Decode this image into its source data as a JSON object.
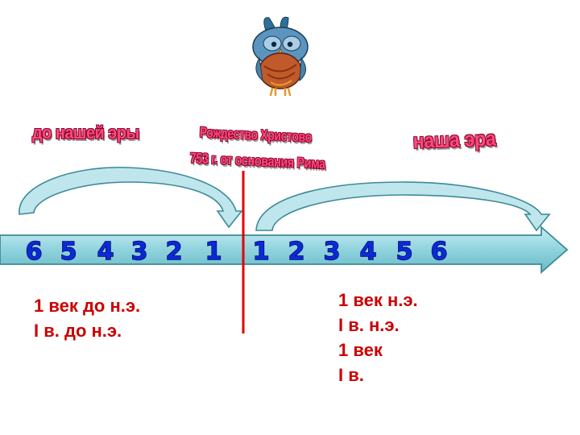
{
  "labels": {
    "bc_era": "до нашей эры",
    "ad_era": "наша эра",
    "nativity": "Рождество Христово",
    "rome": "753 г. от основания Рима"
  },
  "timeline": {
    "bc_numbers": [
      "6",
      "5",
      "4",
      "3",
      "2",
      "1"
    ],
    "ad_numbers": [
      "1",
      "2",
      "3",
      "4",
      "5",
      "6"
    ]
  },
  "captions": {
    "left": [
      "1 век до н.э.",
      "I в. до н.э."
    ],
    "right": [
      "1 век  н.э.",
      "I в. н.э.",
      "1 век",
      "I в."
    ]
  },
  "colors": {
    "arrow_fill": "#8fd3de",
    "arrow_stroke": "#3c8a98",
    "divider": "#e00000",
    "caption_text": "#cc0000",
    "numbers": "#0a2ad6",
    "wordart_fill": "#ff4a7a"
  },
  "icons": [
    "owl-icon"
  ]
}
